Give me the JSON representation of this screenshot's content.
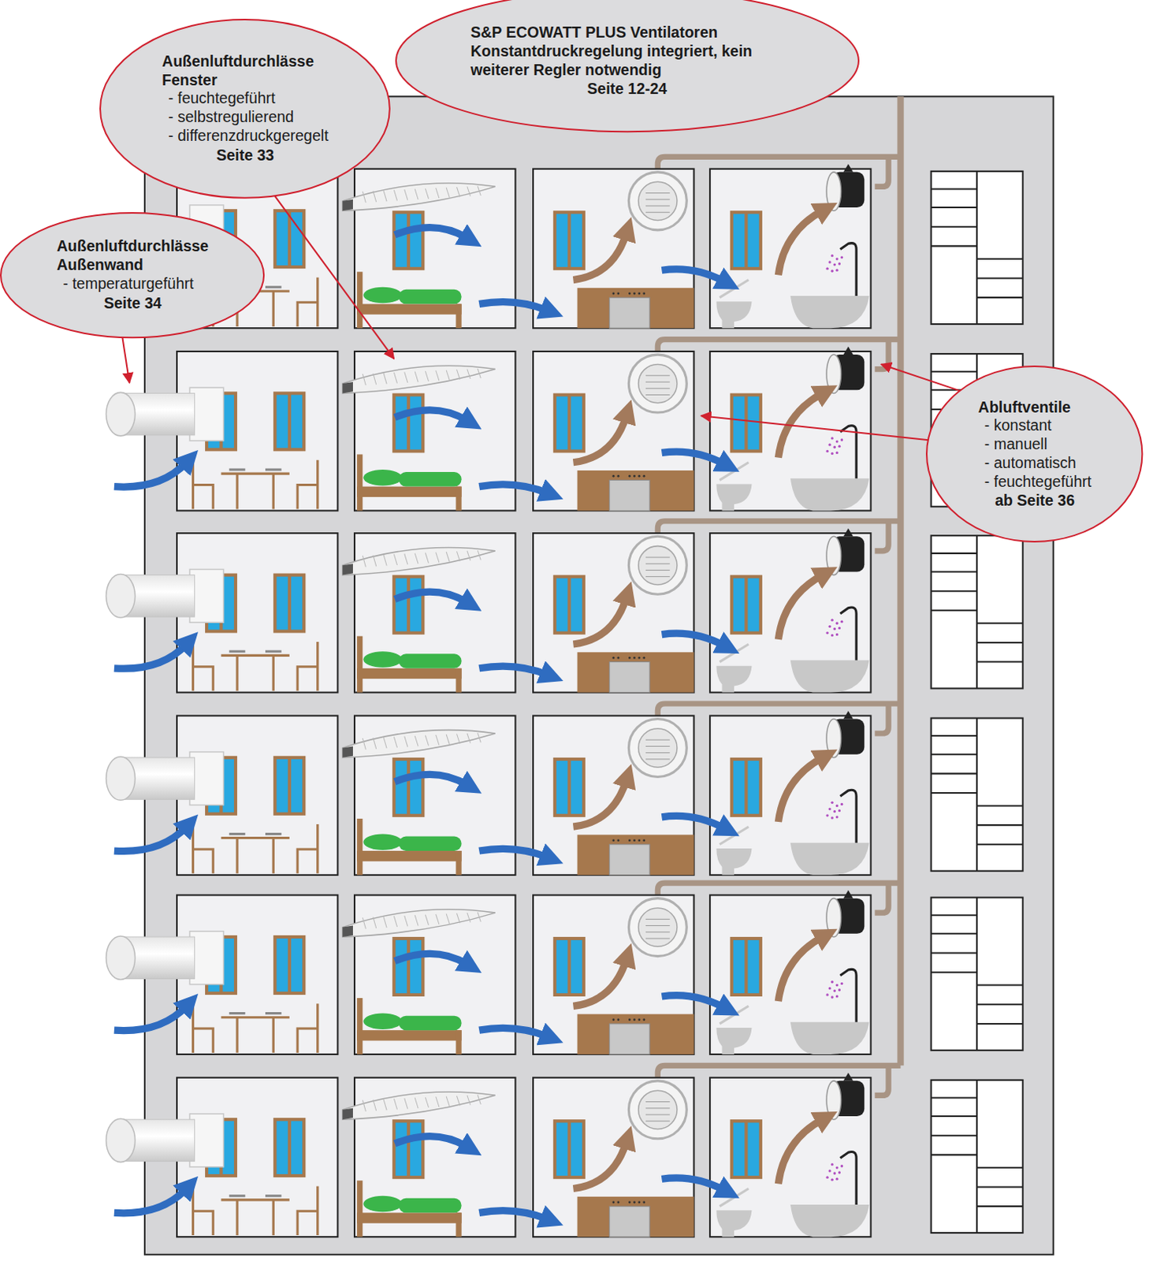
{
  "diagram": {
    "nodes": [
      {
        "text": [
          "S&P ECOWATT PLUS Ventilatoren",
          "Konstantdruckregelung integriert, kein weiterer Regler notwendig",
          "Seite 12-24"
        ]
      },
      {
        "text": [
          "Außenluftdurchlässe Fenster",
          "- feuchtegeführt",
          "- selbstregulierend",
          "- differenzdruckgeregelt",
          "Seite 33"
        ]
      },
      {
        "text": [
          "Außenluftdurchlässe Außenwand",
          "- temperaturgeführt",
          "Seite 34"
        ]
      },
      {
        "text": [
          "Abluftventile",
          "- konstant",
          "- manuell",
          "- automatisch",
          "- feuchtegeführt",
          "ab Seite 36"
        ]
      }
    ]
  }
}
